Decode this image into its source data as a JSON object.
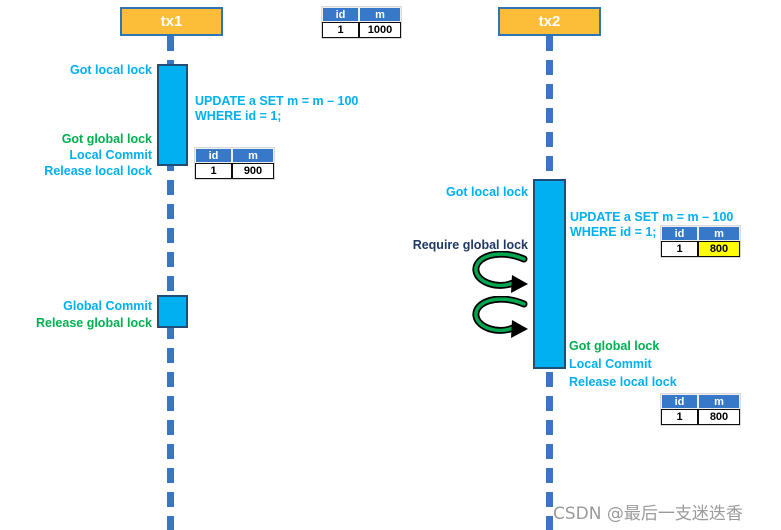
{
  "tx1": {
    "title": "tx1",
    "events": {
      "got_local_lock": "Got local lock",
      "got_global_lock": "Got global lock",
      "local_commit": "Local Commit",
      "release_local_lock": "Release local lock",
      "global_commit": "Global Commit",
      "release_global_lock": "Release global lock"
    },
    "sql": {
      "line1": "UPDATE a SET m = m – 100",
      "line2": "WHERE id = 1;"
    }
  },
  "tx2": {
    "title": "tx2",
    "events": {
      "got_local_lock": "Got local lock",
      "require_global_lock": "Require global lock",
      "got_global_lock": "Got global lock",
      "local_commit": "Local Commit",
      "release_local_lock": "Release local lock"
    },
    "sql": {
      "line1": "UPDATE a SET m = m – 100",
      "line2": "WHERE id = 1;"
    }
  },
  "tables": {
    "initial": {
      "headers": [
        "id",
        "m"
      ],
      "row": [
        "1",
        "1000"
      ]
    },
    "tx1_result": {
      "headers": [
        "id",
        "m"
      ],
      "row": [
        "1",
        "900"
      ]
    },
    "tx2_pending": {
      "headers": [
        "id",
        "m"
      ],
      "row": [
        "1",
        "800"
      ],
      "highlighted_cell": "m"
    },
    "tx2_result": {
      "headers": [
        "id",
        "m"
      ],
      "row": [
        "1",
        "800"
      ]
    }
  },
  "watermark": "CSDN @最后一支迷迭香",
  "colors": {
    "tx_box_fill": "#fcbe39",
    "tx_box_border": "#2e75b6",
    "activation_fill": "#00b0f0",
    "activation_border": "#1f4e79",
    "lifeline_dash": "#3a74c2",
    "table_header": "#3878c8",
    "highlight_yellow": "#ffff00",
    "label_cyan": "#00b0f0",
    "label_green": "#00b050",
    "label_navy": "#1f3864",
    "arrow_green": "#00a550"
  }
}
